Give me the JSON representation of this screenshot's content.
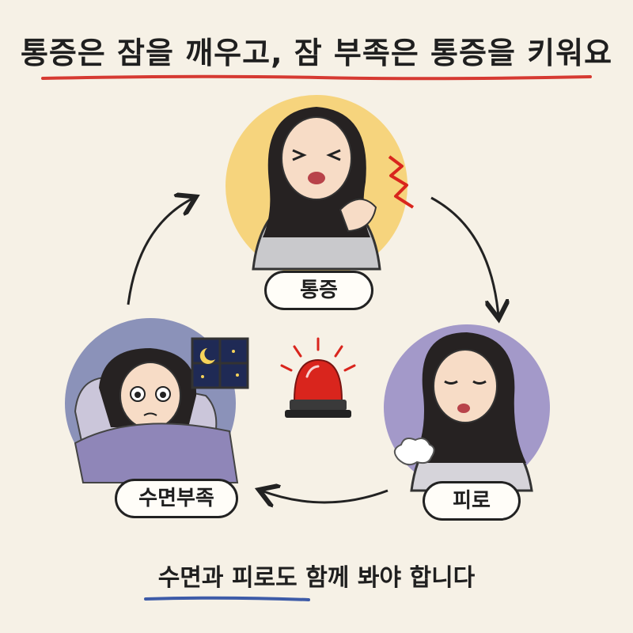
{
  "title": "통증은 잠을 깨우고, 잠 부족은 통증을 키워요",
  "nodes": {
    "pain": "통증",
    "fatigue": "피로",
    "sleep": "수면부족"
  },
  "footer": {
    "highlight": "수면과 피로도",
    "rest": " 함께 봐야 합니다"
  },
  "colors": {
    "title_underline": "#d63a32",
    "footer_underline": "#3d5ba8",
    "pain_circle": "#f6cf6a",
    "fatigue_circle": "#9a8fc5",
    "sleep_circle": "#7f87b4",
    "alarm": "#d9251d"
  },
  "icons": [
    "pain-lightning-icon",
    "alarm-siren-icon",
    "moon-window-icon",
    "sigh-puff-icon"
  ]
}
